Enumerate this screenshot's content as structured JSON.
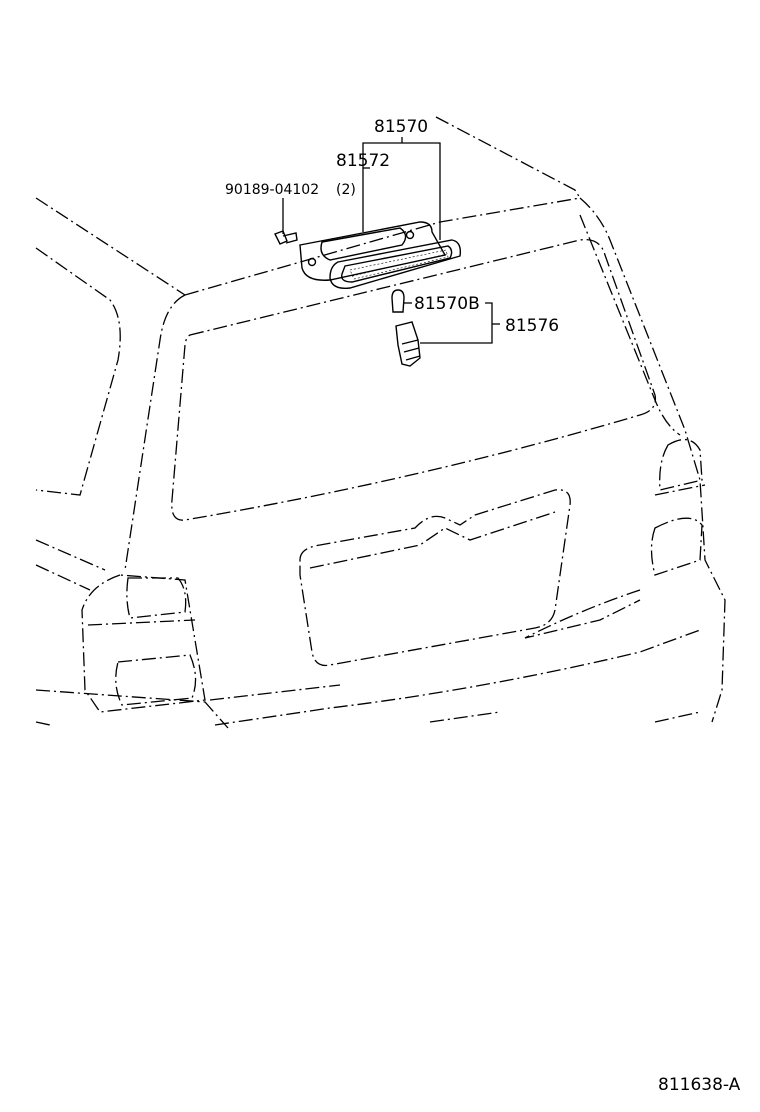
{
  "diagram": {
    "parts": {
      "assembly": "81570",
      "cover": "81572",
      "screw": "90189-04102",
      "screw_qty": "(2)",
      "bulb": "81570B",
      "socket": "81576"
    },
    "figure_code": "811638-A"
  }
}
